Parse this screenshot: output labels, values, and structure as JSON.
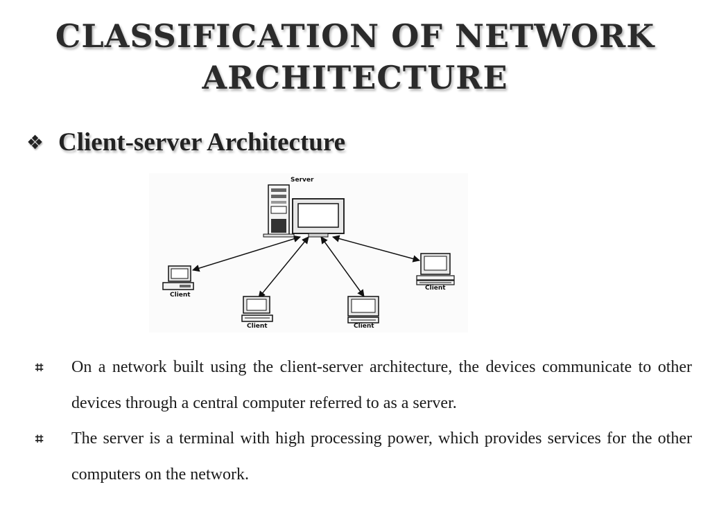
{
  "slide": {
    "title_lines": [
      "Classification of Network",
      "Architecture"
    ],
    "subheading": "Client-server Architecture",
    "subheading_icon": "diamond-bullet-icon",
    "diagram": {
      "server_label": "Server",
      "client_label": "Client"
    },
    "bullets": [
      "On a network built using the client-server architecture, the devices communicate to other devices through a central computer referred to as a server.",
      "The server is a terminal with high processing power, which provides services for the other computers on the network."
    ],
    "bullet_icon": "hash-bullet-icon",
    "colors": {
      "text": "#1a1a1a",
      "title_shadow": "#b5b5b5"
    }
  }
}
